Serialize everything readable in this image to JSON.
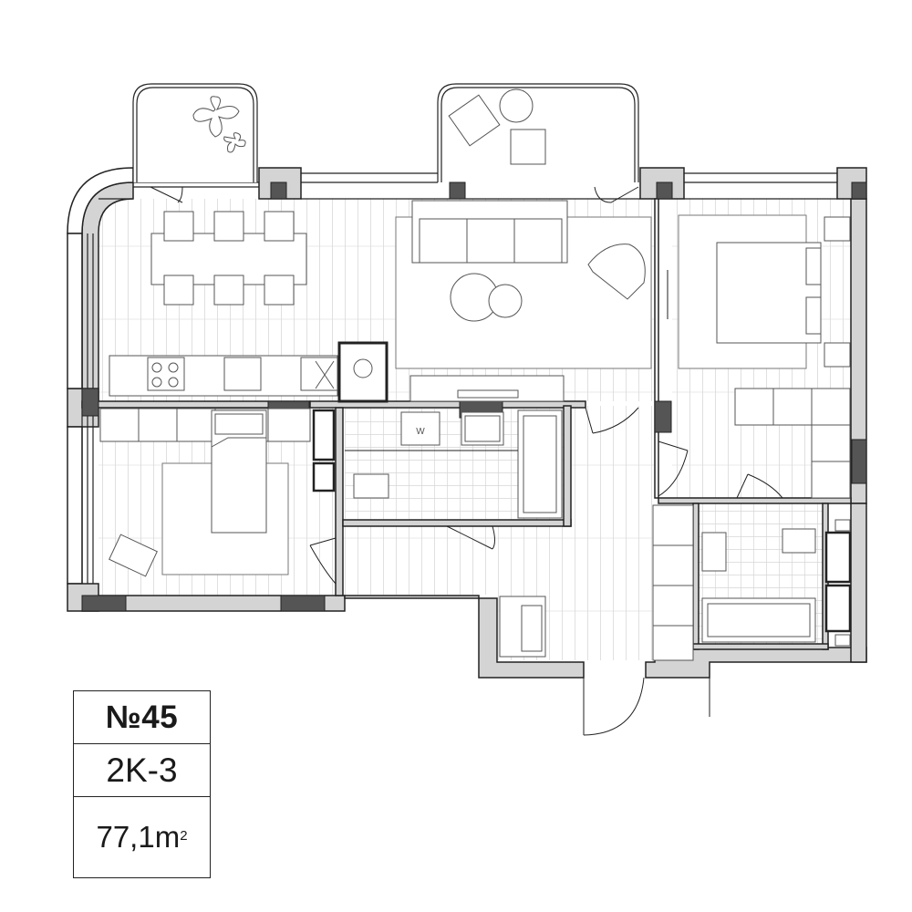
{
  "apartment": {
    "number": "№45",
    "type": "2K-3",
    "area_value": "77,1m",
    "area_unit_sup": "2"
  },
  "labels": {
    "washer": "W"
  },
  "colors": {
    "wall_fill": "#d4d4d4",
    "column_fill": "#555555",
    "line": "#222222",
    "thin_line": "#8a8a8a",
    "floor_line": "#d6d6d6"
  }
}
